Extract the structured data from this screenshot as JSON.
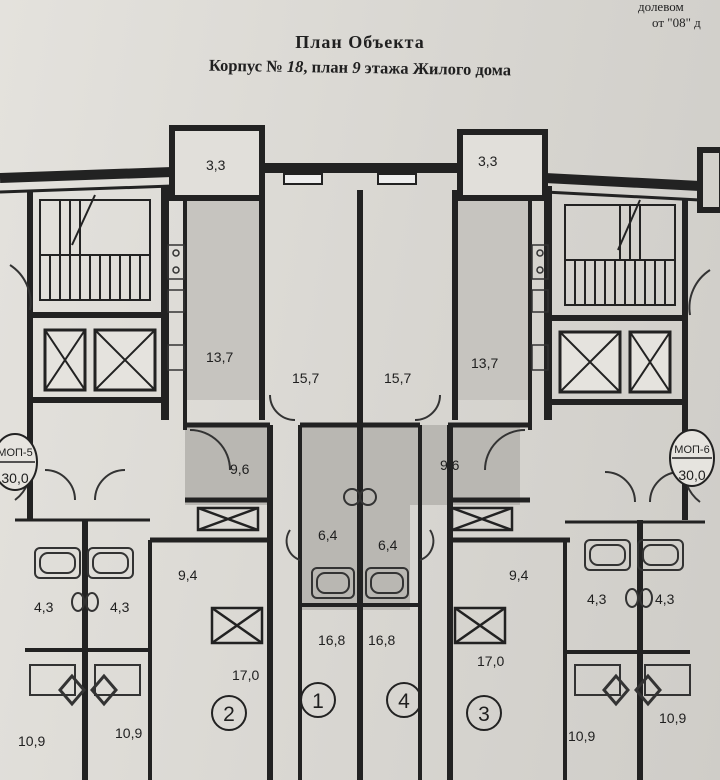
{
  "document": {
    "corner_line1": "долевом",
    "corner_line2": "от \"08\" д",
    "title": "План Объекта",
    "subtitle_a": "Корпус № ",
    "subtitle_building": "18",
    "subtitle_b": ", план ",
    "subtitle_floor": "9",
    "subtitle_c": " этажа Жилого дома"
  },
  "plan": {
    "areas": {
      "balcony_left": "3,3",
      "balcony_right": "3,3",
      "room_13_7_left": "13,7",
      "room_15_7_left": "15,7",
      "room_15_7_right": "15,7",
      "room_13_7_right": "13,7",
      "hall_9_6_left": "9,6",
      "hall_9_6_right": "9,6",
      "hall_9_4_left": "9,4",
      "hall_9_4_right": "9,4",
      "bath_6_4_left": "6,4",
      "bath_6_4_right": "6,4",
      "bath_4_3_a": "4,3",
      "bath_4_3_b": "4,3",
      "bath_4_3_c": "4,3",
      "bath_4_3_d": "4,3",
      "room_16_8_left": "16,8",
      "room_16_8_right": "16,8",
      "room_17_0_left": "17,0",
      "room_17_0_right": "17,0",
      "room_10_9_a": "10,9",
      "room_10_9_b": "10,9",
      "room_10_9_c": "10,9",
      "room_10_9_d": "10,9"
    },
    "mop_left": {
      "label": "МОП-5",
      "area": "30,0"
    },
    "mop_right": {
      "label": "МОП-6",
      "area": "30,0"
    },
    "apartments": [
      "1",
      "2",
      "3",
      "4"
    ]
  }
}
